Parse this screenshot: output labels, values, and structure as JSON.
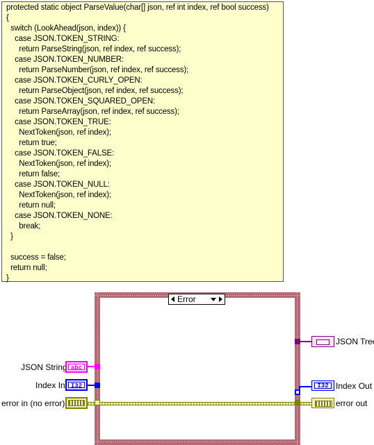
{
  "code_comment": {
    "lines": [
      "protected static object ParseValue(char[] json, ref int index, ref bool success)",
      "{",
      "  switch (LookAhead(json, index)) {",
      "    case JSON.TOKEN_STRING:",
      "      return ParseString(json, ref index, ref success);",
      "    case JSON.TOKEN_NUMBER:",
      "      return ParseNumber(json, ref index, ref success);",
      "    case JSON.TOKEN_CURLY_OPEN:",
      "      return ParseObject(json, ref index, ref success);",
      "    case JSON.TOKEN_SQUARED_OPEN:",
      "      return ParseArray(json, ref index, ref success);",
      "    case JSON.TOKEN_TRUE:",
      "      NextToken(json, ref index);",
      "      return true;",
      "    case JSON.TOKEN_FALSE:",
      "      NextToken(json, ref index);",
      "      return false;",
      "    case JSON.TOKEN_NULL:",
      "      NextToken(json, ref index);",
      "      return null;",
      "    case JSON.TOKEN_NONE:",
      "      break;",
      "  }",
      "",
      "  success = false;",
      "  return null;",
      "}"
    ]
  },
  "case_structure": {
    "selector_value": "Error",
    "frame_color": "#b56b75"
  },
  "inputs": {
    "json_string": {
      "label": "JSON String",
      "type_glyph": "abc",
      "color": "#ff00ff"
    },
    "index_in": {
      "label": "Index In",
      "type_glyph": "I32",
      "color": "#0000ff"
    },
    "error_in": {
      "label": "error in (no error)",
      "color": "#808000"
    }
  },
  "outputs": {
    "json_tree": {
      "label": "JSON Tree",
      "color": "#800080"
    },
    "index_out": {
      "label": "Index Out",
      "type_glyph": "I32",
      "color": "#0000ff"
    },
    "error_out": {
      "label": "error out",
      "color": "#808000"
    }
  }
}
